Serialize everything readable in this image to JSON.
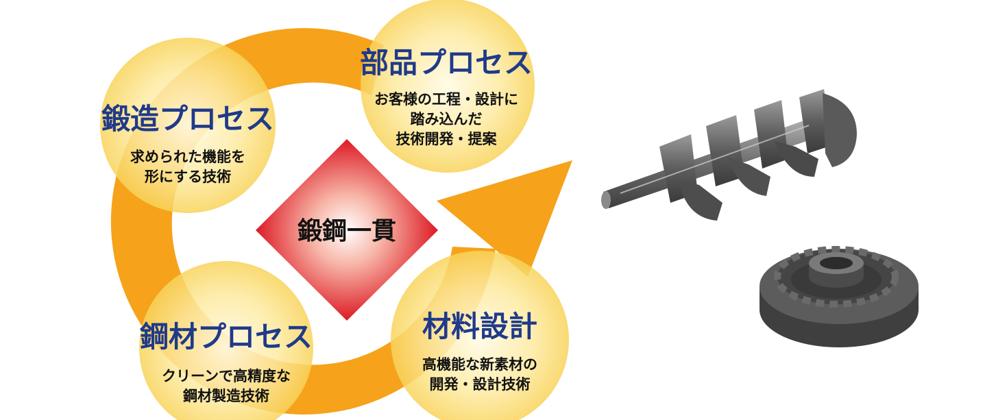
{
  "center": {
    "label": "鍛鋼一貫"
  },
  "processes": [
    {
      "id": "forging",
      "title": "鍛造プロセス",
      "lines": [
        "求められた機能を",
        "形にする技術"
      ]
    },
    {
      "id": "parts",
      "title": "部品プロセス",
      "lines": [
        "お客様の工程・設計に",
        "踏み込んだ",
        "技術開発・提案"
      ]
    },
    {
      "id": "steel",
      "title": "鋼材プロセス",
      "lines": [
        "クリーンで高精度な",
        "鋼材製造技術"
      ]
    },
    {
      "id": "material",
      "title": "材料設計",
      "lines": [
        "高機能な新素材の",
        "開発・設計技術"
      ]
    }
  ],
  "products": [
    {
      "icon": "crankshaft-icon"
    },
    {
      "icon": "gear-ring-icon"
    }
  ],
  "colors": {
    "arrow": "#f6a21a",
    "circle_edge": "#f8d35a",
    "circle_center": "#fffbe6",
    "title": "#1f3a8a",
    "diamond_edge": "#d8000f",
    "diamond_center": "#ffffff"
  }
}
